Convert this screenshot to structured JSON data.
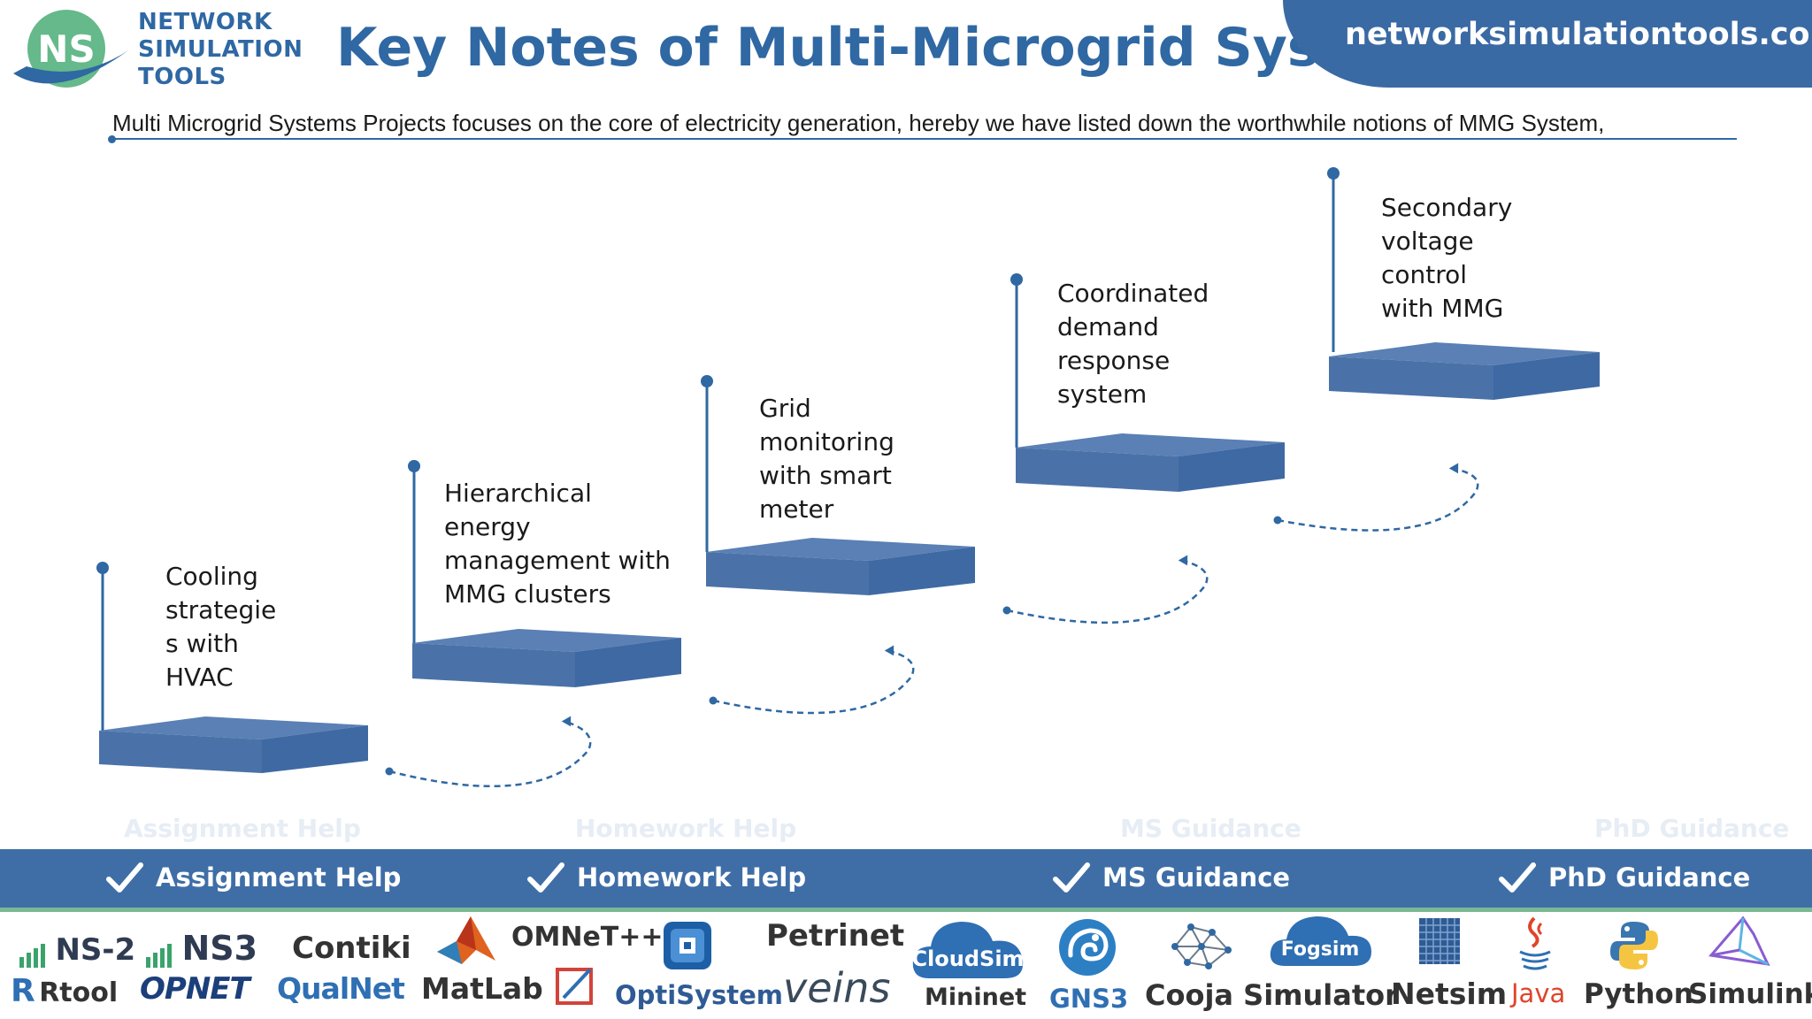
{
  "header": {
    "logo_initials": "NS",
    "logo_lines": [
      "NETWORK",
      "SIMULATION",
      "TOOLS"
    ],
    "title": "Key Notes of Multi-Microgrid Systems",
    "site_url": "networksimulationtools.com",
    "intro": "Multi Microgrid Systems Projects focuses on the core of electricity generation, hereby we have listed down the worthwhile notions of MMG System,"
  },
  "steps": [
    {
      "lines": [
        "Cooling",
        "strategie",
        "s with",
        "HVAC"
      ]
    },
    {
      "lines": [
        "Hierarchical",
        "energy",
        "management with",
        "MMG clusters"
      ]
    },
    {
      "lines": [
        "Grid",
        "monitoring",
        "with smart",
        "meter"
      ]
    },
    {
      "lines": [
        "Coordinated",
        "demand",
        "response",
        "system"
      ]
    },
    {
      "lines": [
        "Secondary",
        "voltage",
        "control",
        "with MMG"
      ]
    }
  ],
  "services": [
    "Assignment Help",
    "Homework Help",
    "MS  Guidance",
    "PhD  Guidance"
  ],
  "tools": {
    "ns2": "NS-2",
    "ns3": "NS3",
    "contiki": "Contiki",
    "omnet": "OMNeT++",
    "petrinet": "Petrinet",
    "rtool_r": "R",
    "rtool": "Rtool",
    "opnet": "OPNET",
    "qualnet": "QualNet",
    "matlab": "MatLab",
    "optisystem": "OptiSystem",
    "veins": "veins",
    "cloudsim": "CloudSim",
    "mininet": "Mininet",
    "gns3": "GNS3",
    "cooja": "Cooja Simulator",
    "fogsim": "Fogsim",
    "netsim": "Netsim",
    "java": "Java",
    "python": "Python",
    "simulink": "Simulink"
  },
  "colors": {
    "brand_blue": "#2f68a3",
    "step_front": "#4a72a8",
    "step_top": "#5a80b5",
    "services_bar": "#3f6ea7",
    "services_strip": "#7ab893"
  }
}
